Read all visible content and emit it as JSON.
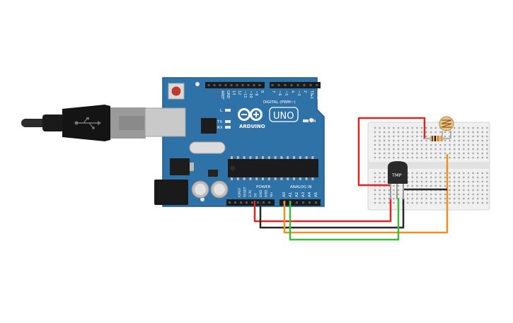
{
  "board": {
    "brand": "ARDUINO",
    "model": "UNO",
    "digital_label": "DIGITAL (PWM~)",
    "power_label": "POWER",
    "analog_label": "ANALOG IN",
    "on_label": "ON",
    "led_l": "L",
    "led_tx": "TX",
    "led_rx": "RX",
    "top_pins": [
      "AREF",
      "GND",
      "13",
      "12",
      "~11",
      "~10",
      "~9",
      "8",
      "7",
      "~6",
      "~5",
      "4",
      "~3",
      "2",
      "TX▸1",
      "RX◂0"
    ],
    "power_pins": [
      "IOREF",
      "RESET",
      "3.3V",
      "5V",
      "GND",
      "GND",
      "Vin"
    ],
    "analog_pins": [
      "A0",
      "A1",
      "A2",
      "A3",
      "A4",
      "A5"
    ]
  },
  "sensor": {
    "label": "TMP"
  },
  "colors": {
    "board_blue": "#2f72a8",
    "board_edge": "#1f5a8a",
    "wire_red": "#e02424",
    "wire_black": "#262626",
    "wire_green": "#3cbb3c",
    "wire_orange": "#f0901c",
    "breadboard": "#f0f0f0"
  }
}
